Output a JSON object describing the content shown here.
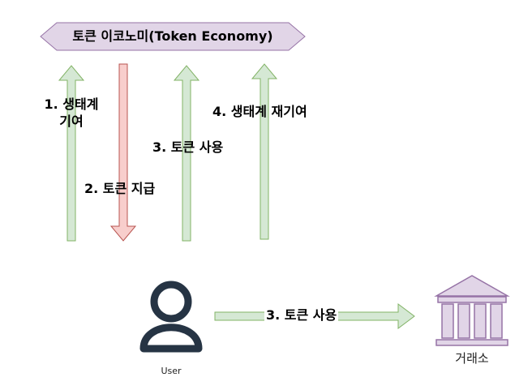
{
  "banner": {
    "title": "토큰 이코노미(Token Economy)"
  },
  "arrows": {
    "contribution_1": {
      "line1": "1. 생태계",
      "line2": "기여"
    },
    "payment_2": {
      "label": "2. 토큰 지급"
    },
    "use_3": {
      "label": "3. 토큰 사용"
    },
    "recontribution_4": {
      "label": "4. 생태계 재기여"
    },
    "use_exchange": {
      "label": "3. 토큰 사용"
    }
  },
  "user": {
    "label": "User"
  },
  "exchange": {
    "label": "거래소"
  },
  "colors": {
    "green_fill": "#d5e8d4",
    "green_stroke": "#82b366",
    "red_fill": "#f8cecc",
    "red_stroke": "#b85450",
    "purple_fill": "#e1d5e7",
    "purple_stroke": "#9673a6",
    "user_icon": "#263444"
  }
}
